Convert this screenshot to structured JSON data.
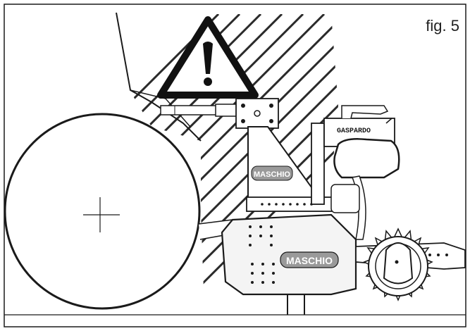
{
  "figure": {
    "label": "fig. 5",
    "brand_plate": "GASPARDO",
    "logo_small": "MASCHIO",
    "logo_large": "MASCHIO"
  },
  "colors": {
    "line": "#1a1a1a",
    "hatch": "#2a2a2a",
    "fill_light": "#f4f4f4",
    "logo_grey": "#9a9a9a"
  },
  "icons": {
    "warning": "warning-triangle-icon",
    "tractor_wheel": "wheel",
    "seed_disc": "star-wheel"
  }
}
